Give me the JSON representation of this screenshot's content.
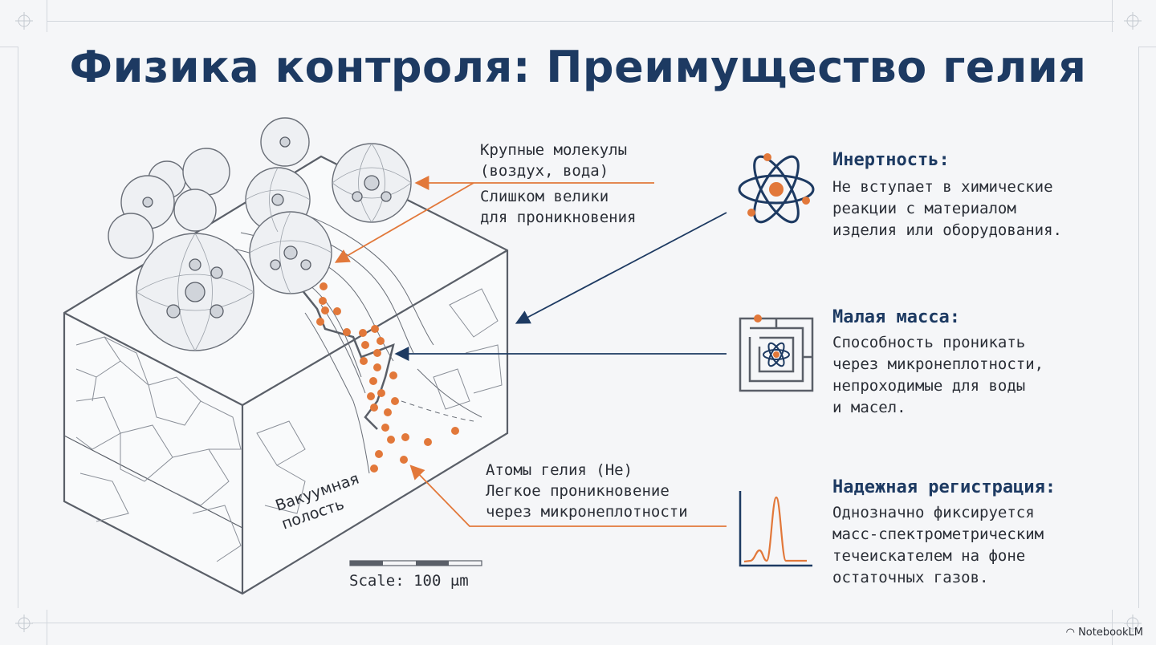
{
  "title": "Физика контроля: Преимущество гелия",
  "diagram": {
    "large_molecules": {
      "line1": "Крупные молекулы",
      "line2": "(воздух, вода)",
      "line3": "Слишком велики",
      "line4": "для проникновения"
    },
    "helium_atoms": {
      "line1": "Атомы гелия (He)",
      "line2": "Легкое проникновение",
      "line3": "через микронеплотности"
    },
    "vacuum_cavity": {
      "line1": "Вакуумная",
      "line2": "полость"
    },
    "scale": "Scale: 100 μm"
  },
  "features": [
    {
      "icon": "atom-icon",
      "title": "Инертность:",
      "lines": [
        "Не вступает в химические",
        "реакции с материалом",
        "изделия или оборудования."
      ]
    },
    {
      "icon": "maze-atom-icon",
      "title": "Малая масса:",
      "lines": [
        "Способность проникать",
        "через микронеплотности,",
        "непроходимые для воды",
        "и масел."
      ]
    },
    {
      "icon": "spectrum-peak-icon",
      "title": "Надежная регистрация:",
      "lines": [
        "Однозначно фиксируется",
        "масс-спектрометрическим",
        "течеискателем на фоне",
        "остаточных газов."
      ]
    }
  ],
  "colors": {
    "title": "#1d3a62",
    "accent": "#e2783a",
    "line": "#5a5f68"
  },
  "watermark": "NotebookLM"
}
